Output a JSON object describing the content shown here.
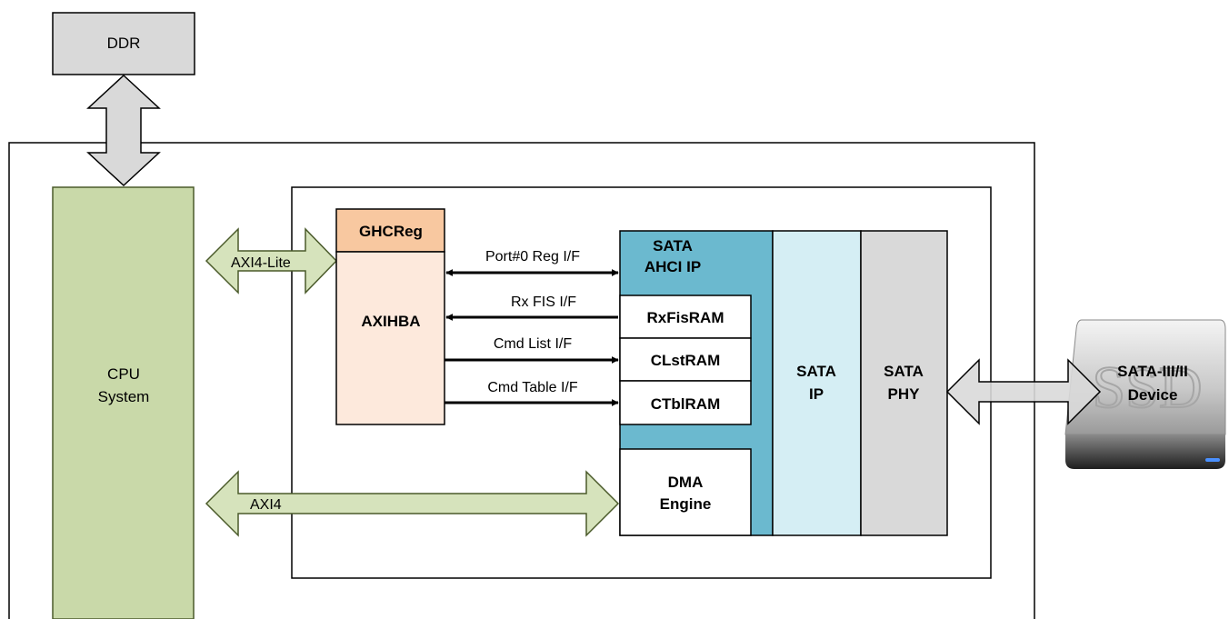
{
  "colors": {
    "ddr": "#d9d9d9",
    "cpu": "#c9d9a9",
    "cpu_stroke": "#4a5a2a",
    "arrow_fill_green": "#d6e3bc",
    "arrow_fill_gray": "#d9d9d9",
    "ghc": "#f8c8a0",
    "axihba": "#fde9dc",
    "ahci": "#6bb9cf",
    "sata_ip": "#d5eef4",
    "sata_phy": "#d9d9d9"
  },
  "blocks": {
    "ddr": "DDR",
    "cpu_line1": "CPU",
    "cpu_line2": "System",
    "ghcreg": "GHCReg",
    "axihba": "AXIHBA",
    "ahci_line1": "SATA",
    "ahci_line2": "AHCI IP",
    "rxfisram": "RxFisRAM",
    "clstram": "CLstRAM",
    "ctblram": "CTblRAM",
    "dma_line1": "DMA",
    "dma_line2": "Engine",
    "sata_ip_line1": "SATA",
    "sata_ip_line2": "IP",
    "sata_phy_line1": "SATA",
    "sata_phy_line2": "PHY",
    "device_line1": "SATA-III/II",
    "device_line2": "Device",
    "ssd_logo": "SSD"
  },
  "interfaces": {
    "axi4_lite": "AXI4-Lite",
    "axi4": "AXI4",
    "port0_reg": "Port#0 Reg I/F",
    "rx_fis": "Rx FIS I/F",
    "cmd_list": "Cmd List I/F",
    "cmd_table": "Cmd Table I/F"
  }
}
